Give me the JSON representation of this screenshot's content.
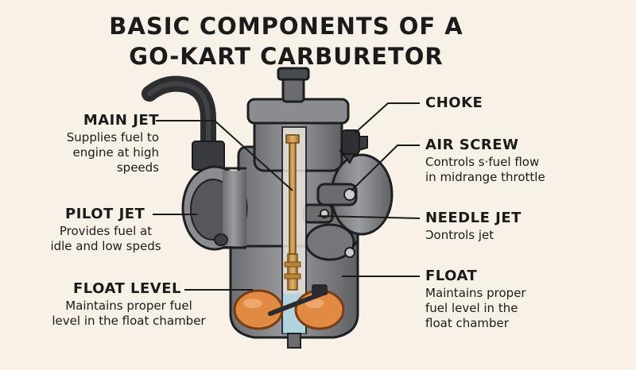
{
  "title": {
    "line1": "BASIC COMPONENTS OF A",
    "line2": "GO-KART CARBURETOR"
  },
  "labels": {
    "main_jet": {
      "name": "MAIN JET",
      "desc": [
        "Supplies fuel to",
        "engine at high",
        "speeds"
      ]
    },
    "pilot_jet": {
      "name": "PILOT JET",
      "desc": [
        "Provides fuel at",
        "idle and low speds"
      ]
    },
    "float_level": {
      "name": "FLOAT LEVEL",
      "desc": [
        "Maintains proper fuel",
        "level in the float chamber"
      ]
    },
    "choke": {
      "name": "CHOKE"
    },
    "air_screw": {
      "name": "AIR SCREW",
      "desc": [
        "Controls s·fuel flow",
        "in midrange throttle"
      ]
    },
    "needle_jet": {
      "name": "NEEDLE JET",
      "desc": [
        "Ɔontrols jet"
      ]
    },
    "float": {
      "name": "FLOAT",
      "desc": [
        "Maintains proper",
        "fuel level in the",
        "float chamber"
      ]
    }
  },
  "colors": {
    "background": "#f8f1e7",
    "body_gray": "#7d7f82",
    "dark_gray": "#4a4c50",
    "brass": "#c8964a",
    "float_orange": "#e08a44"
  }
}
